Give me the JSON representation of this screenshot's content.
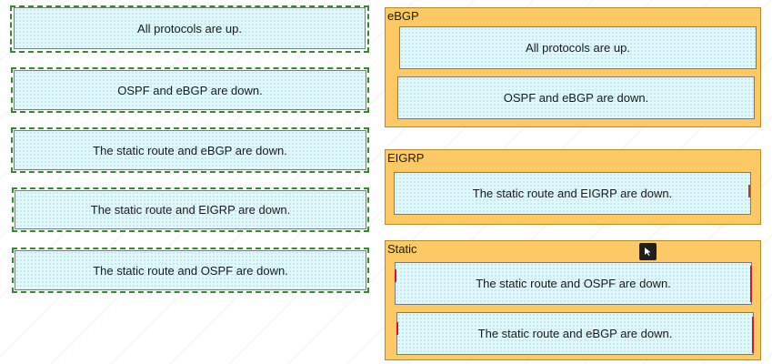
{
  "left_answers": [
    "All protocols are up.",
    "OSPF and eBGP are down.",
    "The static route and eBGP are down.",
    "The static route and EIGRP are down.",
    "The static route and OSPF are down."
  ],
  "groups": {
    "ebgp": {
      "label": "eBGP",
      "items": [
        "All protocols are up.",
        "OSPF and eBGP are down."
      ]
    },
    "eigrp": {
      "label": "EIGRP",
      "items": [
        "The static route and EIGRP are down."
      ]
    },
    "static": {
      "label": "Static",
      "items": [
        "The static route and OSPF are down.",
        "The static route and eBGP are down."
      ]
    }
  },
  "colors": {
    "card_bg": "#dff8fb",
    "group_bg": "#fdc964",
    "slot_border": "#2e8b2e",
    "error_mark": "#d11a1a"
  }
}
